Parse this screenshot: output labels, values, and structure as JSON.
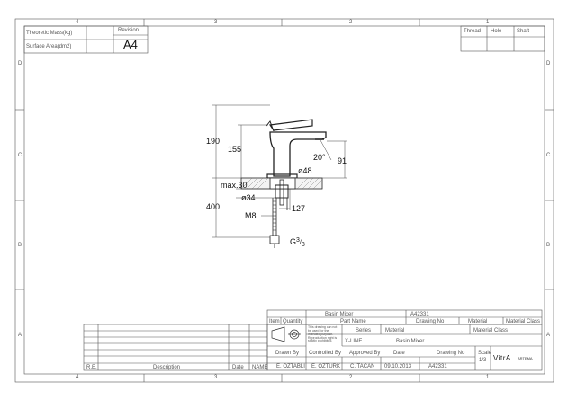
{
  "frame": {
    "top_numbers": [
      "4",
      "3",
      "2",
      "1"
    ],
    "bottom_numbers": [
      "4",
      "3",
      "2",
      "1"
    ],
    "left_letters": [
      "D",
      "C",
      "B",
      "A"
    ],
    "right_letters": [
      "D",
      "C",
      "B",
      "A"
    ]
  },
  "info_box": {
    "mass_label": "Theoretic Mass(kg)",
    "area_label": "Surface Area(dm2)",
    "revision_label": "Revision",
    "paper_size": "A4"
  },
  "finish_box": {
    "thread": "Thread",
    "hole": "Hole",
    "shaft": "Shaft"
  },
  "dimensions": {
    "h190": "190",
    "h155": "155",
    "h400": "400",
    "angle": "20°",
    "d91": "91",
    "d48": "ø48",
    "max30": "max.30",
    "d34": "ø34",
    "d127": "127",
    "m8": "M8",
    "thread_g": "G"
  },
  "title_block": {
    "part_title": "Basin Mixer",
    "drawing_ref": "A42331",
    "item": "Item",
    "quantity": "Quantity",
    "part_name": "Part Name",
    "drawing_no_hdr": "Drawing No",
    "material_hdr": "Material",
    "material_class_hdr": "Material Class",
    "disclaimer": "This drawing can not be used for the intended purpose. Reproduction right is strictly prohibited.",
    "series_label": "Series",
    "material_label": "Material",
    "material_class_label": "Material Class",
    "series_value": "X-LINE",
    "product_name": "Basin Mixer",
    "drawn_by_hdr": "Drawn By",
    "controlled_by_hdr": "Controlled By",
    "approved_by_hdr": "Approved By",
    "date_hdr": "Date",
    "drawing_number_hdr": "Drawing No",
    "scale_hdr": "Scale",
    "drawn_by": "E. OZTABLI",
    "controlled_by": "E. OZTURK",
    "approved_by": "C. TACAN",
    "date": "09.10.2013",
    "drawing_number": "A42331",
    "scale": "1/3",
    "brand": "VitrA",
    "brand_sub": "ARTEMA"
  },
  "revision_block": {
    "rev_hdr": "R.E.",
    "desc_hdr": "Description",
    "date_hdr": "Date",
    "name_hdr": "NAME"
  }
}
